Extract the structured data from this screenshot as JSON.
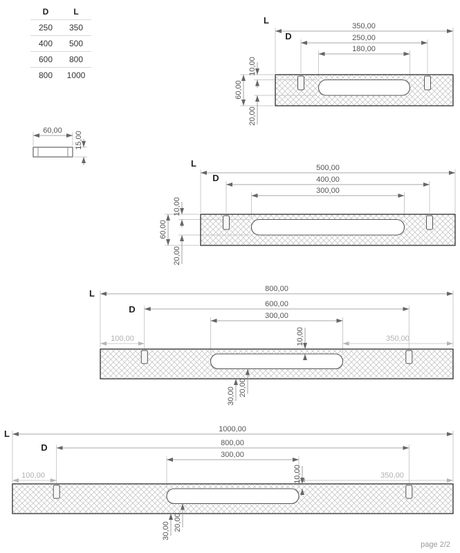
{
  "page_label": "page 2/2",
  "table": {
    "col_d": "D",
    "col_l": "L",
    "rows": [
      {
        "d": "250",
        "l": "350"
      },
      {
        "d": "400",
        "l": "500"
      },
      {
        "d": "600",
        "l": "800"
      },
      {
        "d": "800",
        "l": "1000"
      }
    ]
  },
  "side_view": {
    "length": "60,00",
    "thickness": "15,00"
  },
  "drawings": [
    {
      "label_l": "L",
      "label_d": "D",
      "dim_total": "350,00",
      "dim_pins": "250,00",
      "dim_slot": "180,00",
      "dim_top": "10,00",
      "dim_height": "60,00",
      "dim_bottom": "20,00"
    },
    {
      "label_l": "L",
      "label_d": "D",
      "dim_total": "500,00",
      "dim_pins": "400,00",
      "dim_slot": "300,00",
      "dim_top": "10,00",
      "dim_height": "60,00",
      "dim_bottom": "20,00"
    },
    {
      "label_l": "L",
      "label_d": "D",
      "dim_total": "800,00",
      "dim_pins": "600,00",
      "dim_slot": "300,00",
      "dim_left": "100,00",
      "dim_right": "350,00",
      "dim_top": "10,00",
      "dim_b1": "30,00",
      "dim_b2": "20,00"
    },
    {
      "label_l": "L",
      "label_d": "D",
      "dim_total": "1000,00",
      "dim_pins": "800,00",
      "dim_slot": "300,00",
      "dim_left": "100,00",
      "dim_right": "350,00",
      "dim_top": "10,00",
      "dim_b1": "30,00",
      "dim_b2": "20,00"
    }
  ]
}
